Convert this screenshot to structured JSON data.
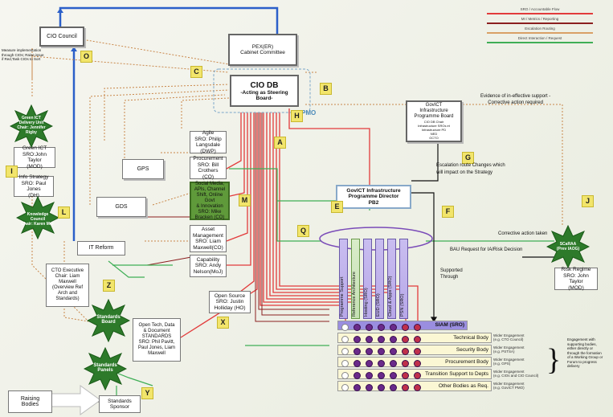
{
  "legend": [
    {
      "label": "SRO / Accountable Flow",
      "color": "#e23b3b"
    },
    {
      "label": "MI / Metrics / Reporting",
      "color": "#8b1f1f"
    },
    {
      "label": "Escalation Routing",
      "color": "#d9a066"
    },
    {
      "label": "Direct Interaction / Request",
      "color": "#3fae56"
    }
  ],
  "boxes": {
    "cio_council": "CIO Council",
    "pexer": "PEX(ER)\nCabinet Committee",
    "ciodb_title": "CIO DB",
    "ciodb_sub": "-Acting as Steering\nBoard-",
    "pmo": "PMO",
    "govict_board": "GovICT\nInfrastructure\nProgramme Board",
    "govict_board_members": "CIO DB Chair\nInfrastructure SROs et\nInfrastructure PD\nNED\nGCTO",
    "agile": "Agile\nSRO: Philip\nLangsdale (DWP)",
    "procurement": "Procurement\nSRO: Bill\nCrothers (CO)",
    "social": "Social Media,\nAPIs, Channel\nShift, Online Govt\n& Innovation\nSRO: Mike\nBracken (CO)",
    "asset": "Asset\nManagement\nSRO: Liam\nMaxwell(CO)",
    "capability": "Capability\nSRO: Andy\nNelson(MoJ)",
    "opensource": "Open Source\nSRO: Justin\nHolliday (HO)",
    "opentech": "Open Tech, Data\n& Document\nSTANDARDS\nSRO: Phil Pavitt,\nPaul Jones, Liam\nMaxwell",
    "gps": "GPS",
    "gds": "GDS",
    "itreform": "IT Reform",
    "cto_exec": "CTO Executive\nChair: Liam\nMaxwell\n(Overview Ref\nArch and\nStandards)",
    "green_sro": "Green ICT\nSRO:John Taylor\n(MOD)",
    "info_strategy": "Info Strategy\nSRO: Paul Jones\n(DH)",
    "govict_director": "GovICT Infrastructure\nProgramme Director\nPB2",
    "risk_regime": "Risk Regime\nSRO: John Taylor\n(MOD)",
    "raising_bodies": "Raising\nBodies",
    "standards_sponsor": "Standards\nSponsor",
    "siam": "SIAM (SRO)"
  },
  "stars": {
    "green_ict": "Green ICT\nDelivery Unit\nChair: Jennifer\nRigby",
    "knowledge": "Knowledge\nCouncil\nChair: Karen McF",
    "scaraa": "SCaRAA\n(Prev IAOG)",
    "standards_board": "Standards\nBoard",
    "standards_panels": "Standards\nPanels"
  },
  "badges": [
    "O",
    "C",
    "B",
    "H",
    "A",
    "G",
    "M",
    "E",
    "Q",
    "F",
    "J",
    "I",
    "L",
    "Z",
    "X",
    "Y"
  ],
  "annotations": {
    "measure": "Measure implementation\nthrough CIOs; Raise issue\nif Red,Task CIOs to Sort",
    "evidence": "Evidence of in-effective support -\nCorrective action required",
    "escalation": "Escalation route Changes which\nwill impact on the Strategy",
    "corrective": "Corrective action taken",
    "bau": "BAU Request for IA/Risk Decision",
    "supported": "Supported\nThrough",
    "engagement": "Engagement with\nsupporting bodies,\neither directly or\nthrough the formation\nof a Working Group or\nForum to progress\ndelivery"
  },
  "columns": [
    "Programme Support",
    "Reference Architecture",
    "Hosting (SRO)",
    "EUD (SRO)",
    "Cloud & Apps (SRO)",
    "PSN (SRO)"
  ],
  "rows": [
    {
      "label": "Technical Body",
      "wider": "Wider Engagement\n(e.g. CTO Council)"
    },
    {
      "label": "Security Body",
      "wider": "Wider Engagement\n(e.g. PSTSA)"
    },
    {
      "label": "Procurement Body",
      "wider": "Wider Engagement\n(e.g. GPS)"
    },
    {
      "label": "Transition Support to Depts",
      "wider": "Wider Engagement\n(e.g. CIOs and CIO Council)"
    },
    {
      "label": "Other Bodies as Req.",
      "wider": "Wider Engagement\n(e.g. GovICT PMO)"
    }
  ],
  "brace": "}"
}
